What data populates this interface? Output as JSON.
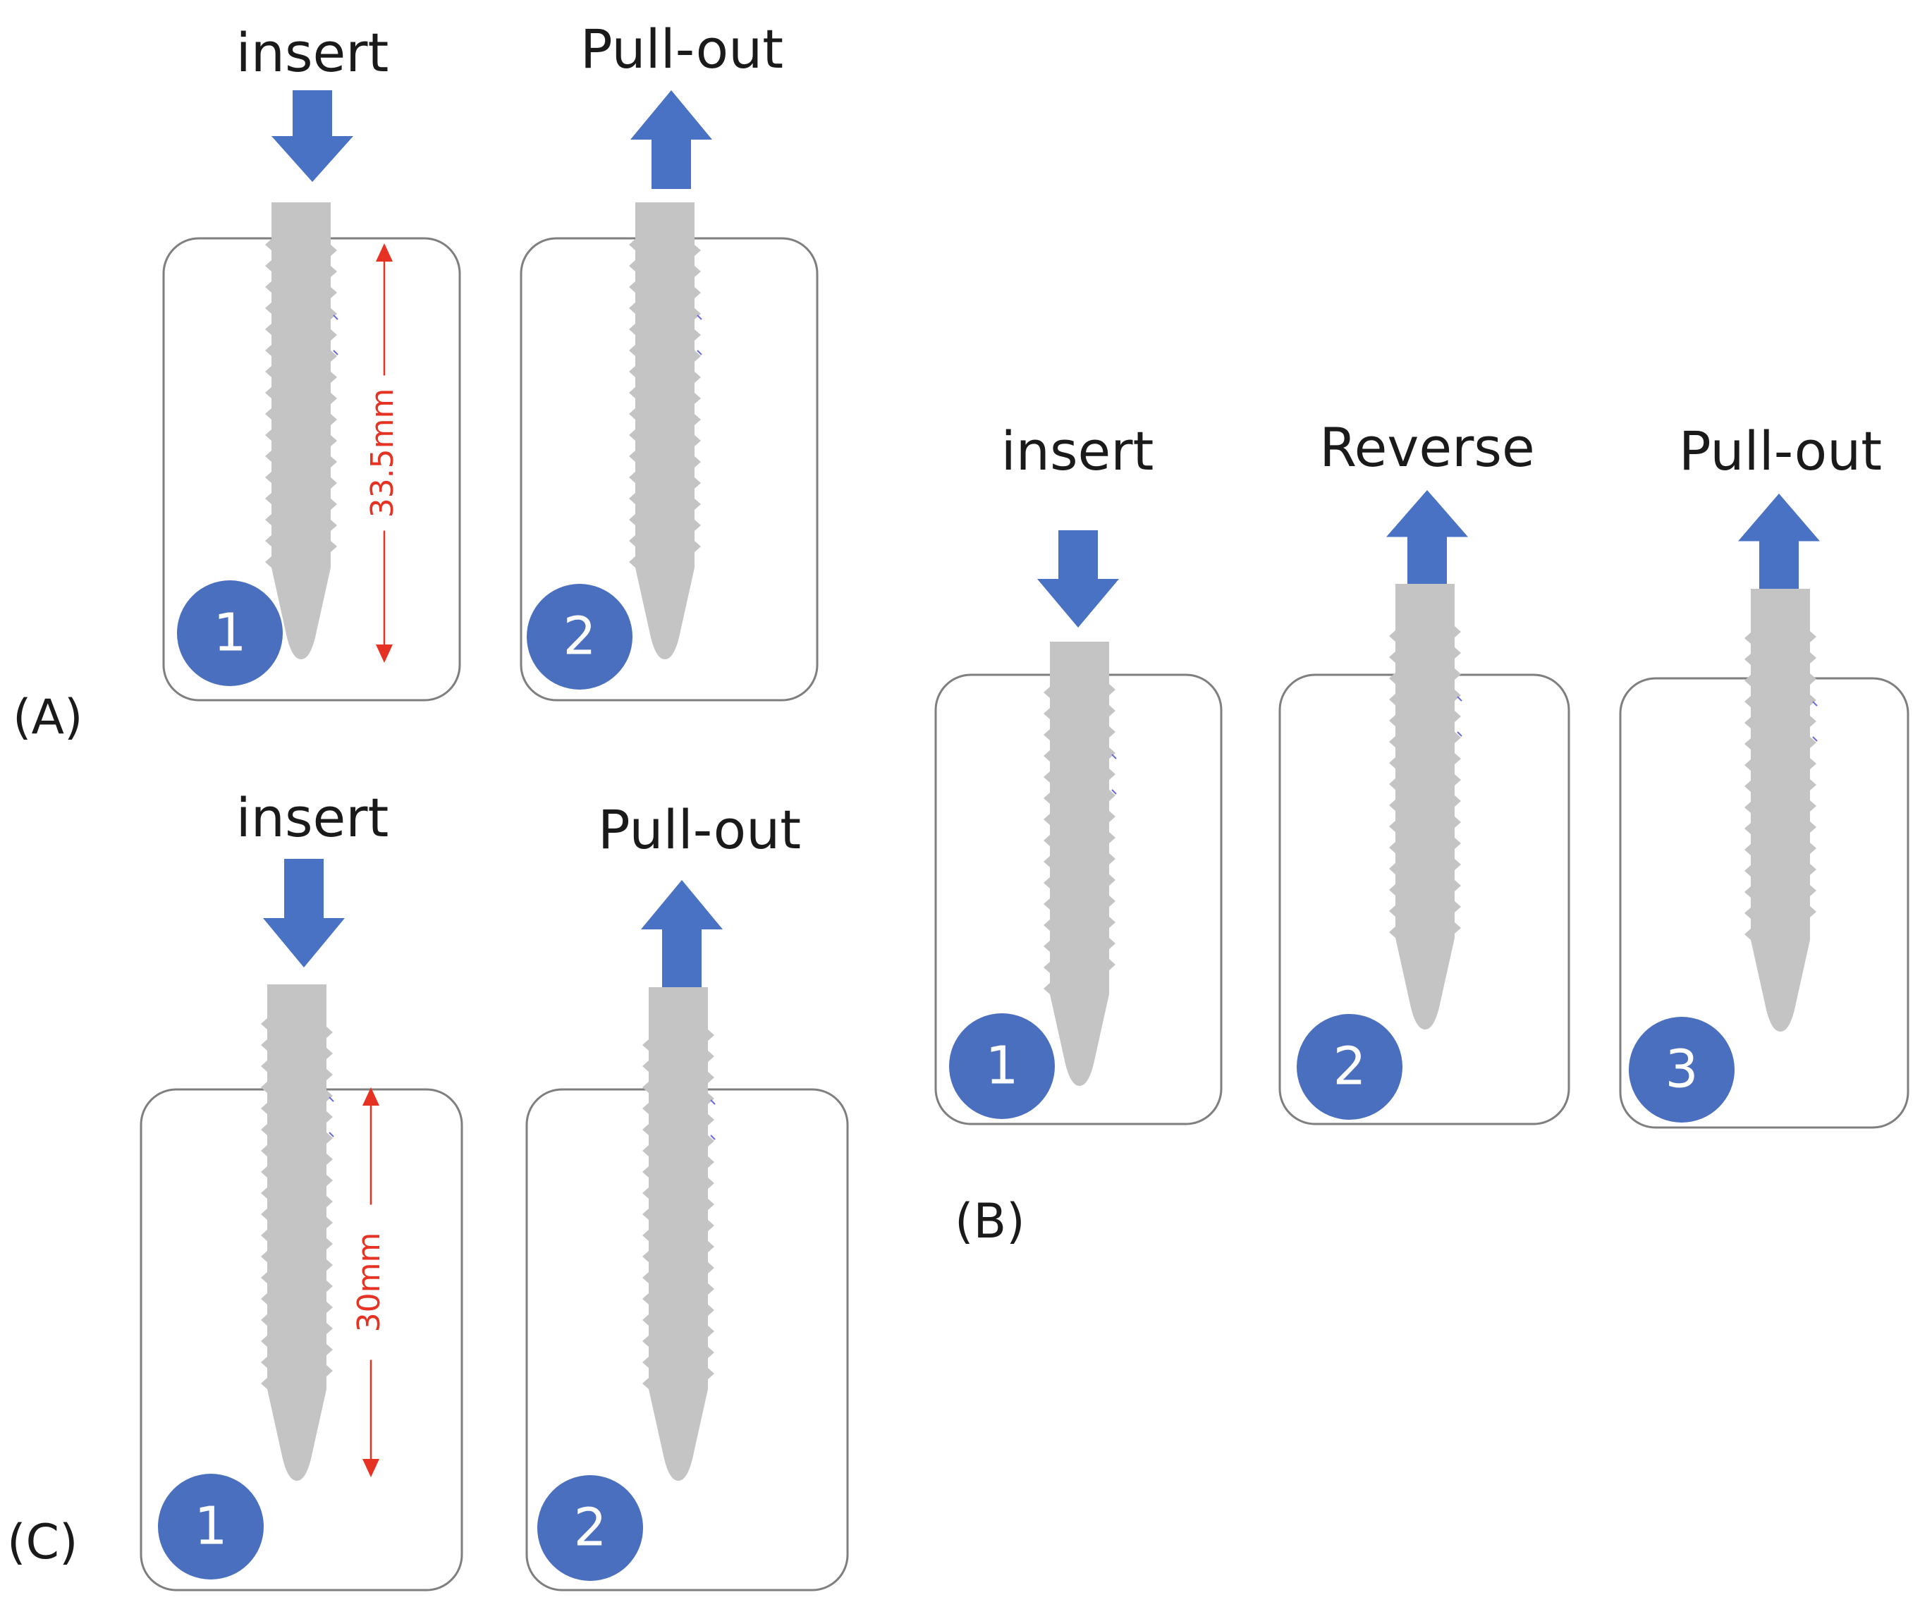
{
  "colors": {
    "arrow": "#4a72c4",
    "badge": "#4a6fbf",
    "screw": "#c4c4c4",
    "box_stroke": "#7f7f7f",
    "dimension": "#e53222",
    "text": "#1a1a1a"
  },
  "icons": {
    "down": "arrow-down-icon",
    "up": "arrow-up-icon",
    "screw": "screw-icon"
  },
  "panels": {
    "A": {
      "label": "(A)",
      "steps": [
        {
          "action": "insert",
          "number": "1",
          "direction": "down",
          "dimension": "33.5mm"
        },
        {
          "action": "Pull-out",
          "number": "2",
          "direction": "up"
        }
      ]
    },
    "B": {
      "label": "(B)",
      "steps": [
        {
          "action": "insert",
          "number": "1",
          "direction": "down"
        },
        {
          "action": "Reverse",
          "number": "2",
          "direction": "up"
        },
        {
          "action": "Pull-out",
          "number": "3",
          "direction": "up"
        }
      ]
    },
    "C": {
      "label": "(C)",
      "steps": [
        {
          "action": "insert",
          "number": "1",
          "direction": "down",
          "dimension": "30mm"
        },
        {
          "action": "Pull-out",
          "number": "2",
          "direction": "up"
        }
      ]
    }
  }
}
